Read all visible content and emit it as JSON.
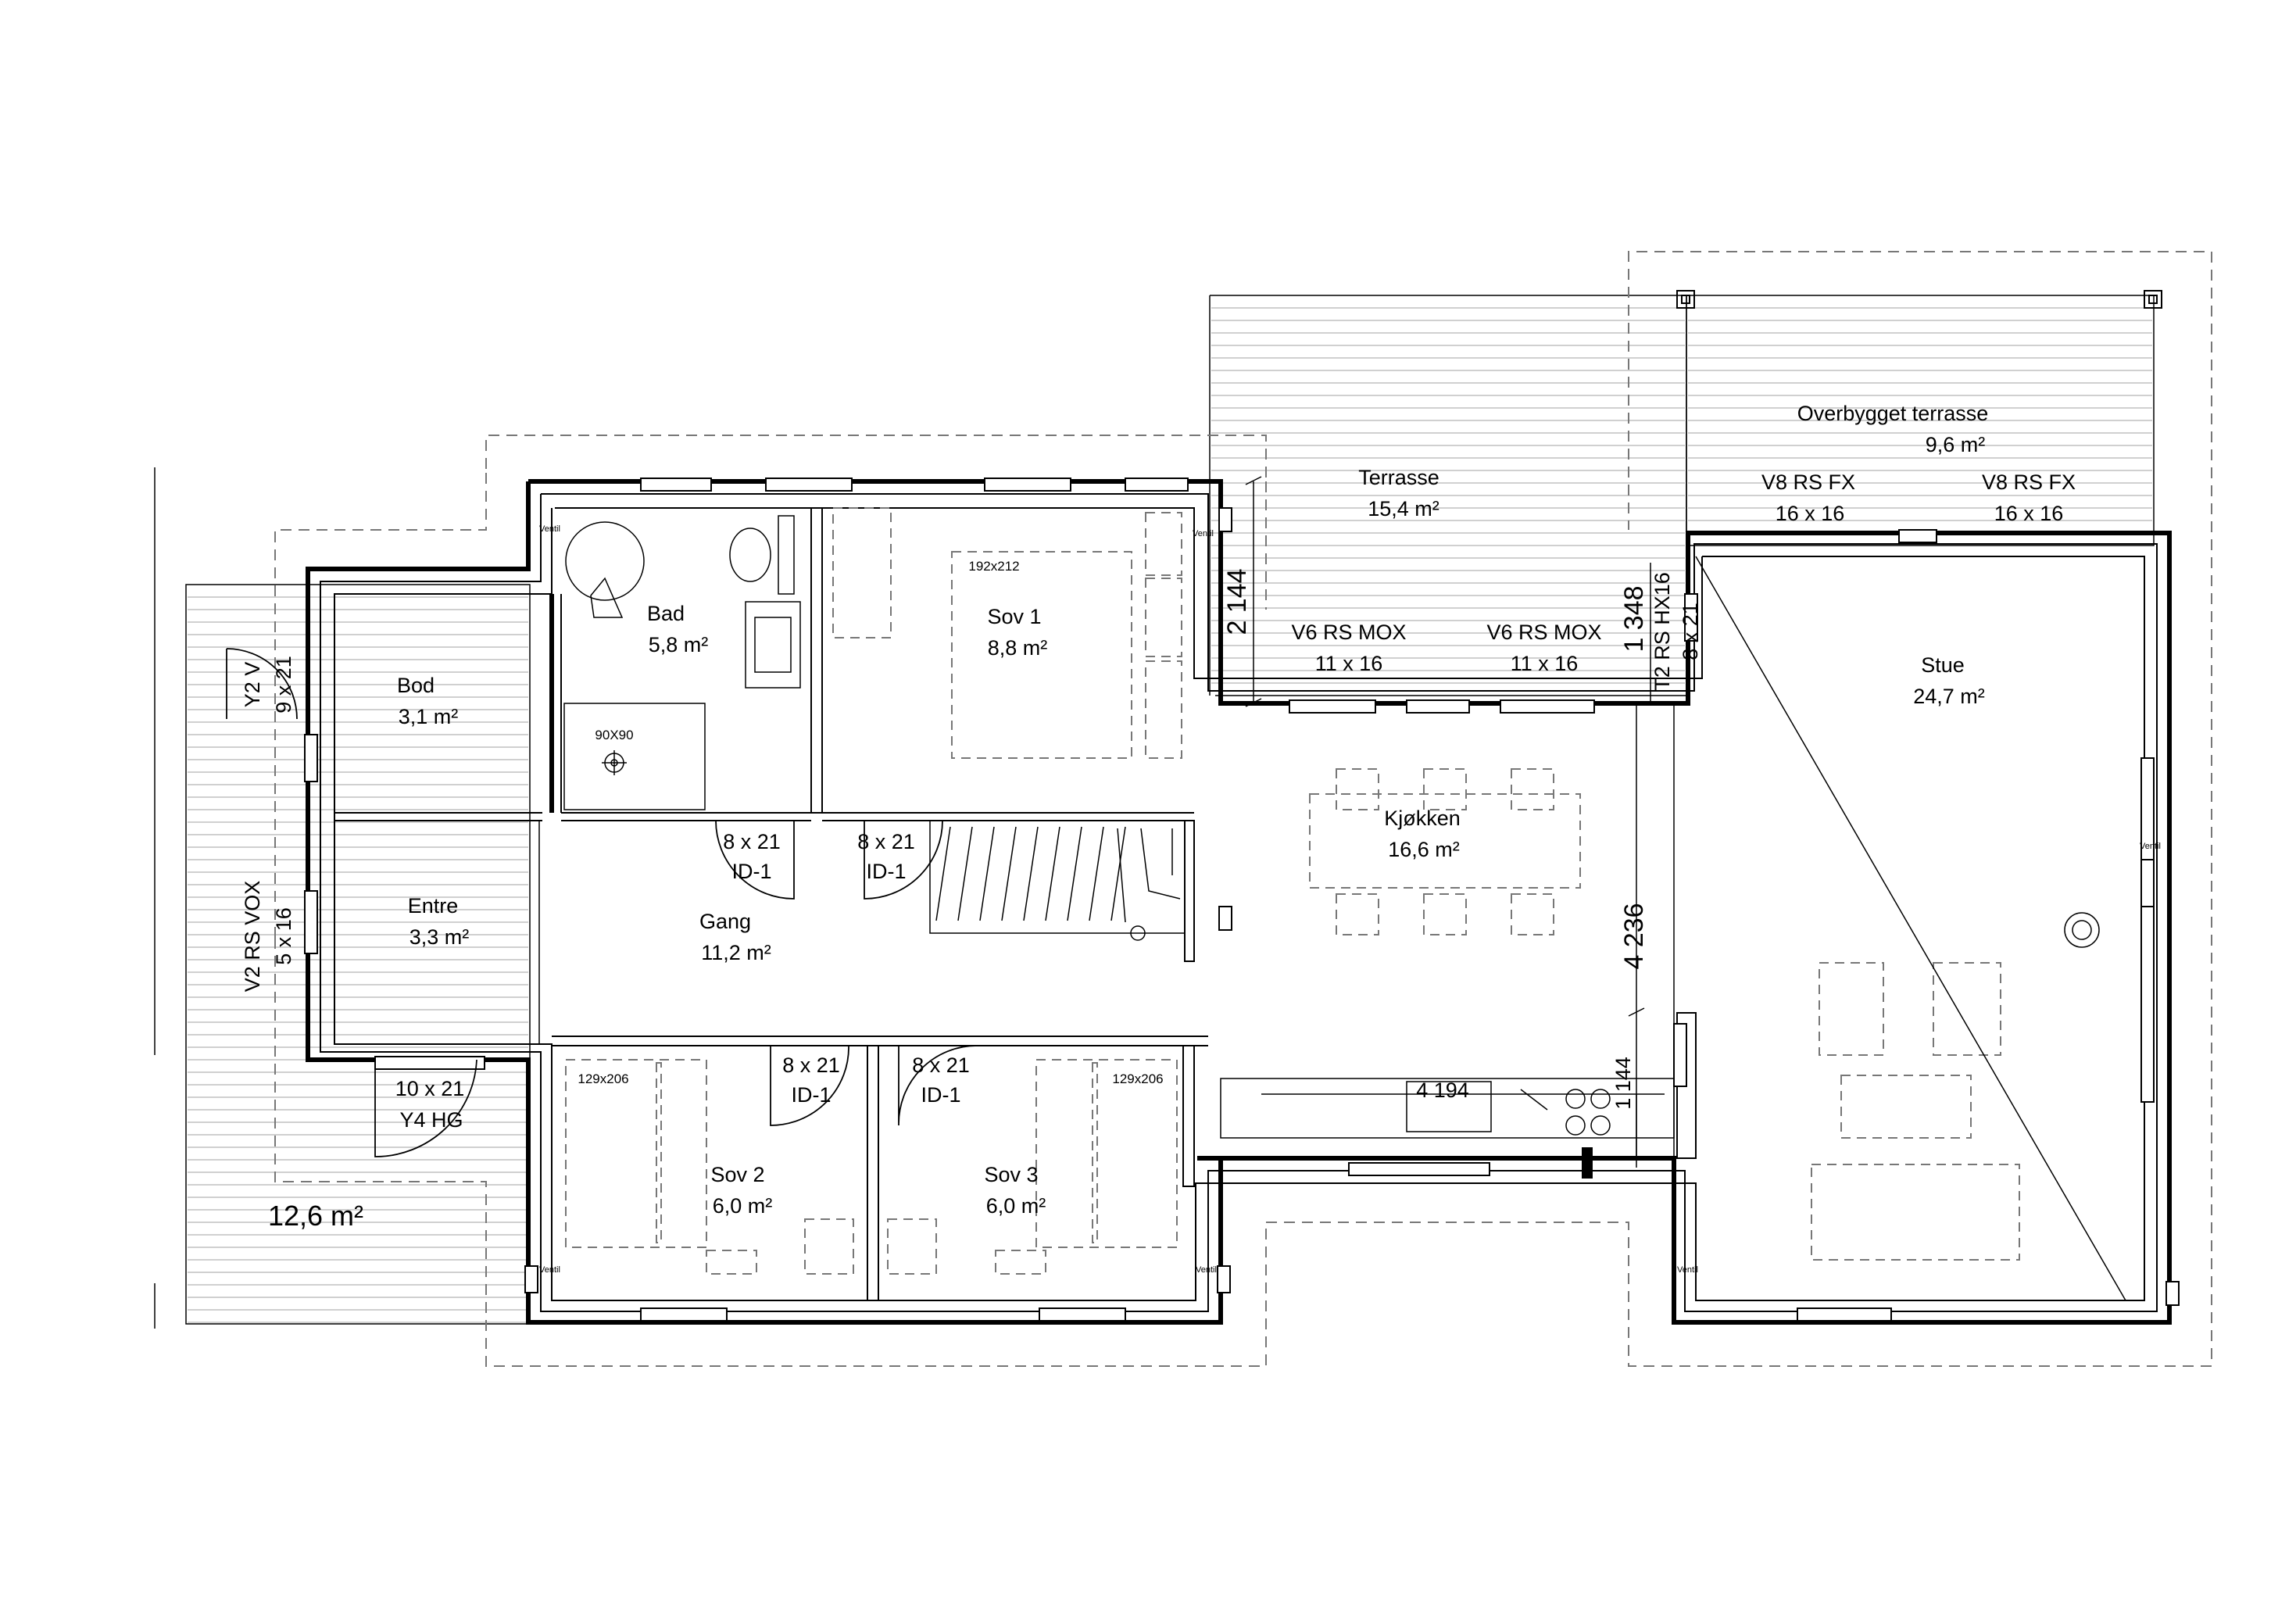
{
  "rooms": {
    "bad": {
      "name": "Bad",
      "area": "5,8 m²"
    },
    "bod": {
      "name": "Bod",
      "area": "3,1 m²"
    },
    "sov1": {
      "name": "Sov 1",
      "area": "8,8 m²"
    },
    "entre": {
      "name": "Entre",
      "area": "3,3 m²"
    },
    "gang": {
      "name": "Gang",
      "area": "11,2 m²"
    },
    "kjokken": {
      "name": "Kjøkken",
      "area": "16,6 m²"
    },
    "stue": {
      "name": "Stue",
      "area": "24,7 m²"
    },
    "sov2": {
      "name": "Sov 2",
      "area": "6,0 m²"
    },
    "sov3": {
      "name": "Sov 3",
      "area": "6,0 m²"
    },
    "terrasse": {
      "name": "Terrasse",
      "area": "15,4 m²"
    },
    "overbygget": {
      "name": "Overbygget terrasse",
      "area": "9,6 m²"
    },
    "deck_left": {
      "area": "12,6 m²"
    }
  },
  "furniture": {
    "bed_sov1": "192x212",
    "bed_sov2": "129x206",
    "bed_sov3": "129x206",
    "shower": "90X90"
  },
  "windows": {
    "v8_left": {
      "type": "V8 RS FX",
      "size": "16 x 16"
    },
    "v8_right": {
      "type": "V8 RS FX",
      "size": "16 x 16"
    },
    "v6_left": {
      "type": "V6 RS MOX",
      "size": "11 x 16"
    },
    "v6_right": {
      "type": "V6 RS MOX",
      "size": "11 x 16"
    },
    "t2": {
      "type": "T2 RS HX16",
      "size": "8 x 21"
    },
    "y2": {
      "type": "Y2 V",
      "size": "9 x 21"
    },
    "v2": {
      "type": "V2 RS VOX",
      "size": "5 x 16"
    }
  },
  "doors": {
    "bad_door": {
      "size": "8 x 21",
      "type": "ID-1"
    },
    "sov1_door": {
      "size": "8 x 21",
      "type": "ID-1"
    },
    "sov2_door": {
      "size": "8 x 21",
      "type": "ID-1"
    },
    "sov3_door": {
      "size": "8 x 21",
      "type": "ID-1"
    },
    "entry_door": {
      "size": "10 x 21",
      "type": "Y4 HG"
    }
  },
  "dimensions": {
    "terrace_depth": "2 144",
    "terrace_step": "1 348",
    "kitchen_depth": "4 236",
    "counter_length": "4 194",
    "counter_depth": "1 144"
  },
  "vent_label": "Ventil"
}
